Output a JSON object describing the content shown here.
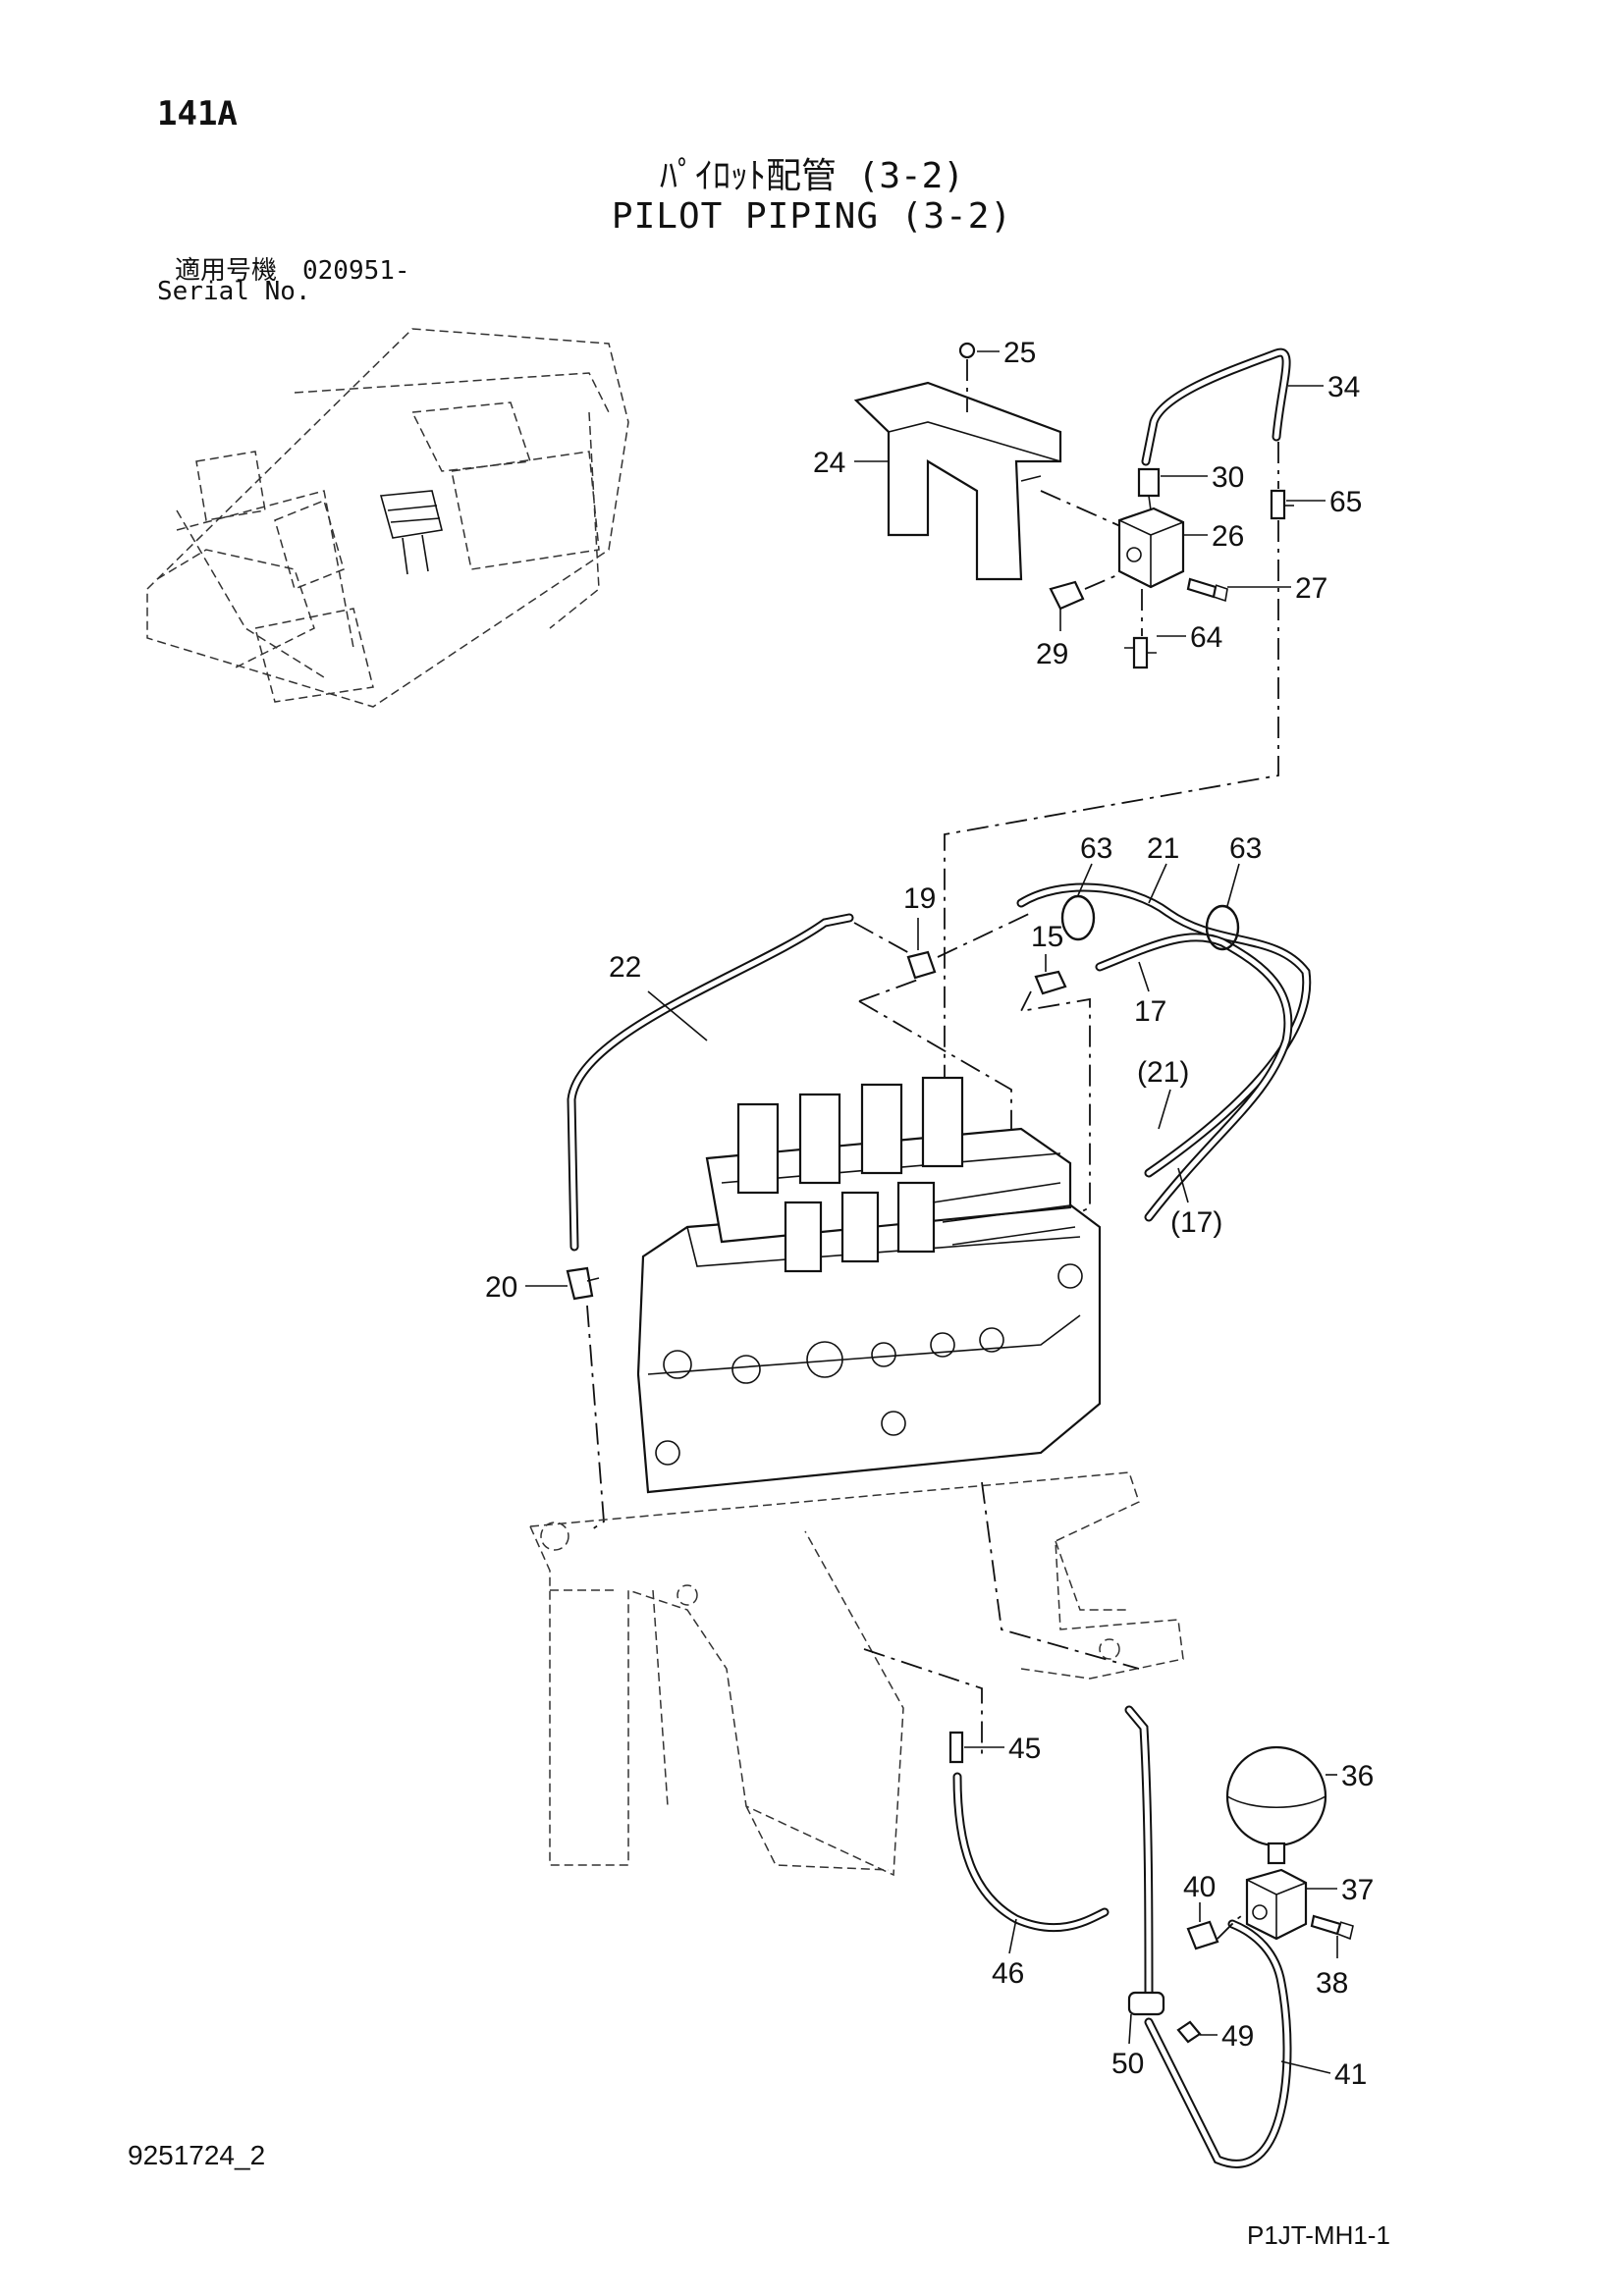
{
  "header": {
    "page_code": "141A",
    "title_jp": "ﾊﾟｲﾛｯﾄ配管 (3-2)",
    "title_en": "PILOT PIPING (3-2)",
    "serial_jp": "適用号機　020951-",
    "serial_en": "Serial No."
  },
  "callouts": {
    "c25": "25",
    "c34": "34",
    "c24": "24",
    "c30": "30",
    "c65": "65",
    "c26": "26",
    "c27": "27",
    "c29": "29",
    "c64": "64",
    "c63a": "63",
    "c21": "21",
    "c63b": "63",
    "c19": "19",
    "c15": "15",
    "c17": "17",
    "c22": "22",
    "c21r": "(21)",
    "c17r": "(17)",
    "c20": "20",
    "c45": "45",
    "c36": "36",
    "c37": "37",
    "c40": "40",
    "c46": "46",
    "c38": "38",
    "c49": "49",
    "c50": "50",
    "c41": "41"
  },
  "footer": {
    "doc_id": "9251724_2",
    "sheet_code": "P1JT-MH1-1"
  }
}
